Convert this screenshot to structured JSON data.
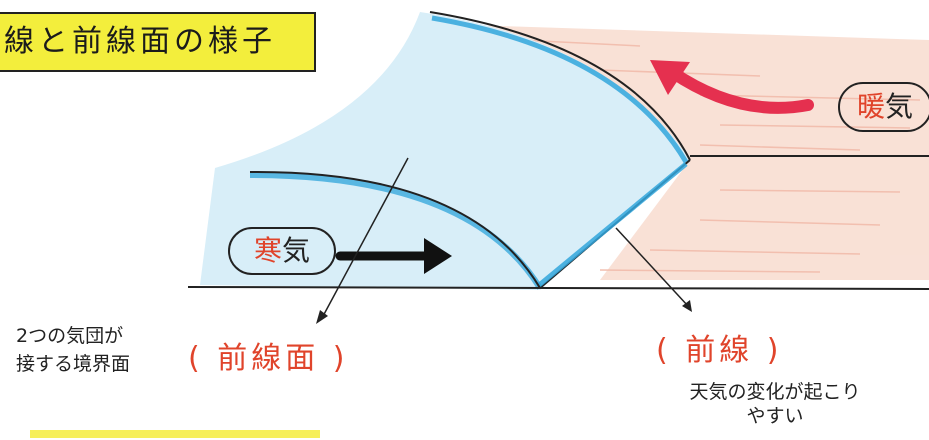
{
  "title": "線と前線面の様子",
  "warm_air": {
    "prefix": "暖",
    "suffix": "気"
  },
  "cold_air": {
    "prefix": "寒",
    "suffix": "気"
  },
  "frontal_surface": {
    "description_line1": "2つの気団が",
    "description_line2": "接する境界面",
    "name": "( 前線面 )"
  },
  "front": {
    "name": "( 前線 )",
    "description_line1": "天気の変化が起こり",
    "description_line2": "やすい"
  },
  "colors": {
    "cold_fill": "#cdeaf7",
    "cold_line": "#33a6dc",
    "warm_fill": "#f4c2b0",
    "arrow_red": "#e5304f",
    "accent_red": "#e0442b",
    "title_yellow": "#f3ee3c"
  }
}
